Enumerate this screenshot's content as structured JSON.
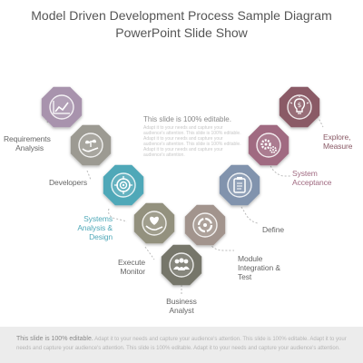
{
  "title": "Model Driven Development Process Sample Diagram PowerPoint Slide Show",
  "center_heading": "This slide is 100% editable.",
  "center_body": "Adapt it to your needs and capture your audience's attention. This slide is 100% editable. Adapt it to your needs and capture your audience's attention. This slide is 100% editable. Adapt it to your needs and capture your audience's attention.",
  "footer_lead": "This slide is 100% editable.",
  "footer_body": "Adapt it to your needs and capture your audience's attention. This slide is 100% editable. Adapt it to your needs and capture your audience's attention. This slide is 100% editable. Adapt it to your needs and capture your audience's attention.",
  "steps": [
    {
      "label": "Requirements Analysis",
      "icon": "chart-icon",
      "color": "#a893ad"
    },
    {
      "label": "Developers",
      "icon": "plant-hand-icon",
      "color": "#9c9a92"
    },
    {
      "label": "Systems Analysis & Design",
      "icon": "target-icon",
      "color": "#4fa8b8",
      "label_color": "#4fa8b8"
    },
    {
      "label": "Execute Monitor",
      "icon": "heart-hand-icon",
      "color": "#93917e"
    },
    {
      "label": "Business Analyst",
      "icon": "team-icon",
      "color": "#76766a"
    },
    {
      "label": "Module Integration & Test",
      "icon": "cycle-icon",
      "color": "#a2948d"
    },
    {
      "label": "Define",
      "icon": "clipboard-icon",
      "color": "#8193ad"
    },
    {
      "label": "System Acceptance",
      "icon": "gears-icon",
      "color": "#a06a81",
      "label_color": "#a06a81"
    },
    {
      "label": "Explore, Measure",
      "icon": "bulb-dollar-icon",
      "color": "#8a5a66",
      "label_color": "#8a5a66"
    }
  ]
}
